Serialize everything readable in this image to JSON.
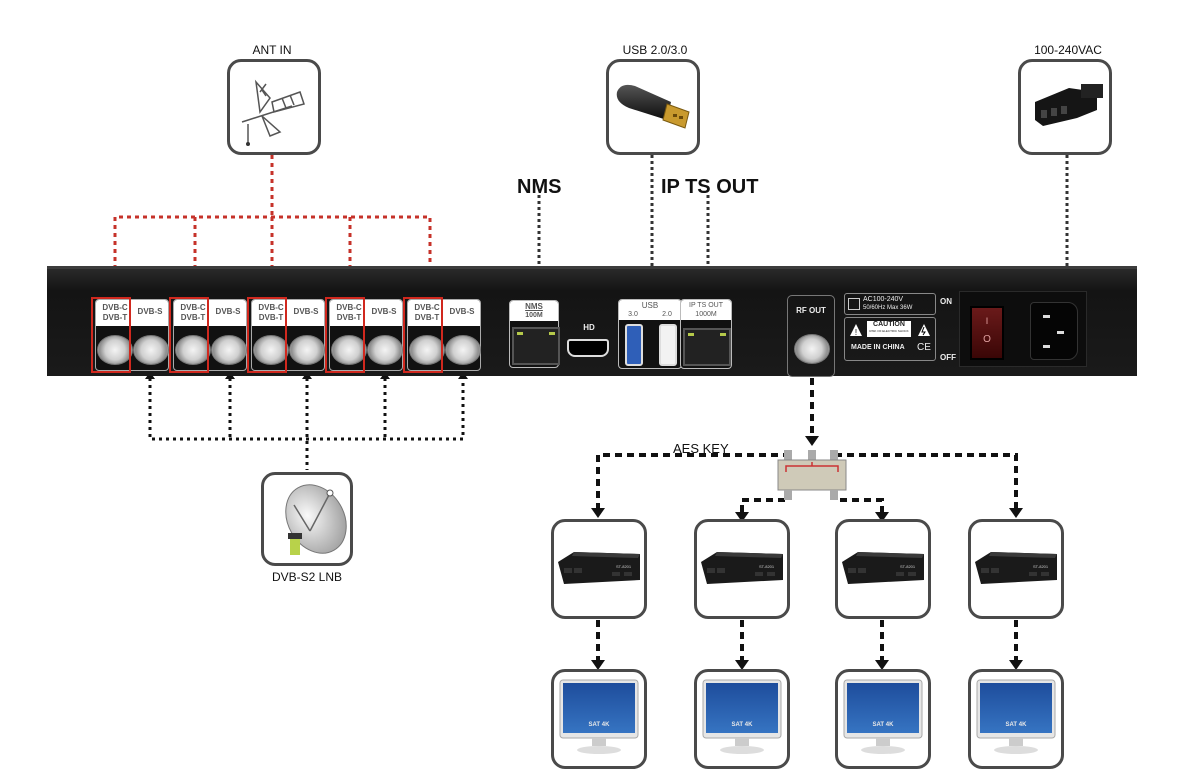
{
  "title": "Rear panel connection diagram",
  "top_devices": {
    "antenna": {
      "caption": "ANT IN",
      "icon": "antenna-icon"
    },
    "usb": {
      "caption": "USB 2.0/3.0",
      "icon": "usb-stick-icon"
    },
    "power": {
      "caption": "100-240VAC",
      "icon": "power-plug-icon"
    }
  },
  "callouts": {
    "nms": "NMS",
    "ip_ts_out": "IP TS OUT"
  },
  "panel": {
    "tuner_groups": [
      {
        "dvbc_label": "DVB-C\nDVB-T",
        "dvbs_label": "DVB-S"
      },
      {
        "dvbc_label": "DVB-C\nDVB-T",
        "dvbs_label": "DVB-S"
      },
      {
        "dvbc_label": "DVB-C\nDVB-T",
        "dvbs_label": "DVB-S"
      },
      {
        "dvbc_label": "DVB-C\nDVB-T",
        "dvbs_label": "DVB-S"
      },
      {
        "dvbc_label": "DVB-C\nDVB-T",
        "dvbs_label": "DVB-S"
      }
    ],
    "nms_port": {
      "label": "NMS",
      "speed": "100M"
    },
    "hd_label": "HD",
    "usb_port": {
      "label": "USB",
      "v3": "3.0",
      "v2": "2.0"
    },
    "ip_ts_port": {
      "label": "IP TS OUT",
      "speed": "1000M"
    },
    "rf_out_label": "RF OUT",
    "rating": {
      "line1": "AC100-240V",
      "line2": "50/60Hz  Max 36W"
    },
    "caution": {
      "title": "CAUTION",
      "line1": "RISK OF ELECTRIC SHOCK",
      "line2": "DO NOT OPEN",
      "made_in": "MADE IN CHINA",
      "ce": "CE"
    },
    "switch": {
      "on": "ON",
      "off": "OFF",
      "on_symbol": "I",
      "off_symbol": "O"
    }
  },
  "lnb": {
    "caption": "DVB-S2 LNB",
    "icon": "satellite-dish-icon"
  },
  "distribution": {
    "aes_key_label": "AES KEY",
    "splitter_icon": "rf-splitter-icon",
    "receivers": [
      {
        "icon": "set-top-box-icon",
        "brand": "ST-8201"
      },
      {
        "icon": "set-top-box-icon",
        "brand": "ST-8201"
      },
      {
        "icon": "set-top-box-icon",
        "brand": "ST-8201"
      },
      {
        "icon": "set-top-box-icon",
        "brand": "ST-8201"
      }
    ],
    "tvs": [
      {
        "icon": "monitor-icon",
        "screen_text": "SAT 4K"
      },
      {
        "icon": "monitor-icon",
        "screen_text": "SAT 4K"
      },
      {
        "icon": "monitor-icon",
        "screen_text": "SAT 4K"
      },
      {
        "icon": "monitor-icon",
        "screen_text": "SAT 4K"
      }
    ]
  }
}
